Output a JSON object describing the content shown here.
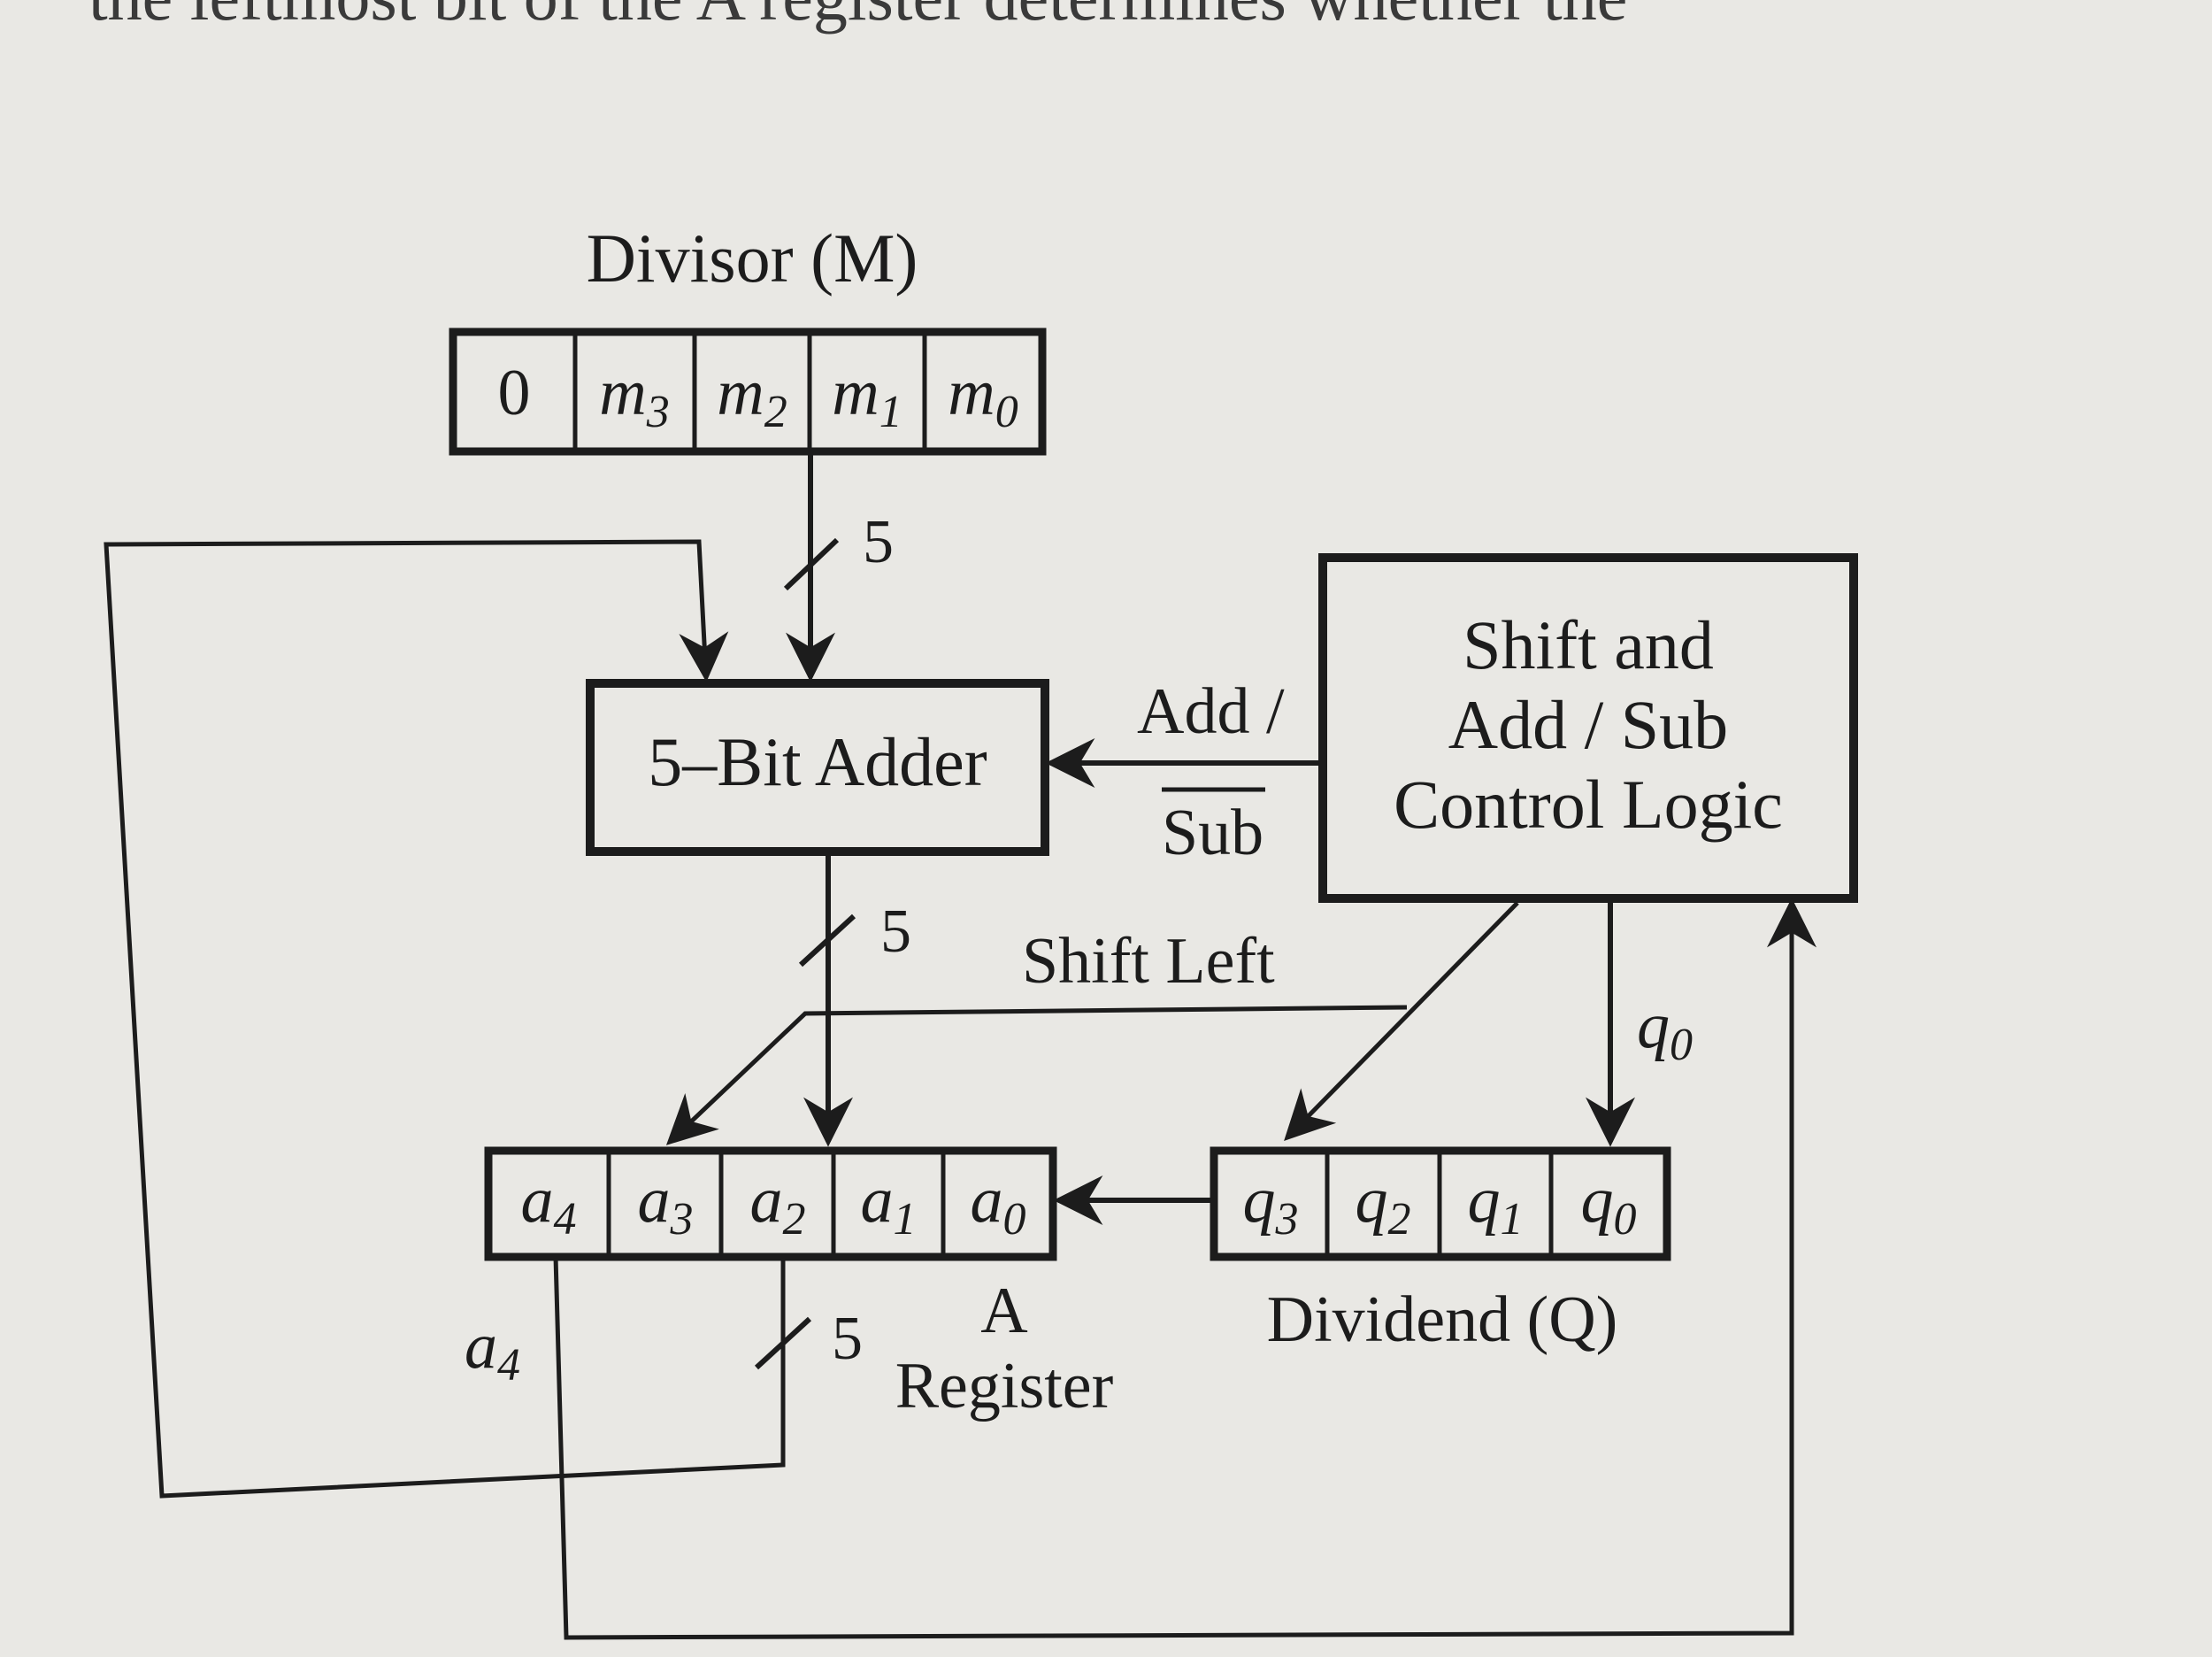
{
  "header_fragment": "the leftmost bit of the A register determines whether the",
  "divisor": {
    "title": "Divisor (M)",
    "cells": [
      "0",
      "m",
      "m",
      "m",
      "m"
    ],
    "subs": [
      "",
      "3",
      "2",
      "1",
      "0"
    ]
  },
  "adder": {
    "label": "5–Bit Adder"
  },
  "control": {
    "line1": "Shift and",
    "line2": "Add / Sub",
    "line3": "Control Logic"
  },
  "signals": {
    "add": "Add /",
    "sub": "Sub",
    "shift_left": "Shift Left",
    "bus_width_top": "5",
    "bus_width_mid": "5",
    "bus_width_low": "5",
    "q0_main": "q",
    "q0_sub": "0",
    "a4_main": "a",
    "a4_sub": "4"
  },
  "a_register": {
    "title_line1": "A",
    "title_line2": "Register",
    "cells": [
      "a",
      "a",
      "a",
      "a",
      "a"
    ],
    "subs": [
      "4",
      "3",
      "2",
      "1",
      "0"
    ]
  },
  "dividend": {
    "title": "Dividend (Q)",
    "cells": [
      "q",
      "q",
      "q",
      "q"
    ],
    "subs": [
      "3",
      "2",
      "1",
      "0"
    ]
  }
}
